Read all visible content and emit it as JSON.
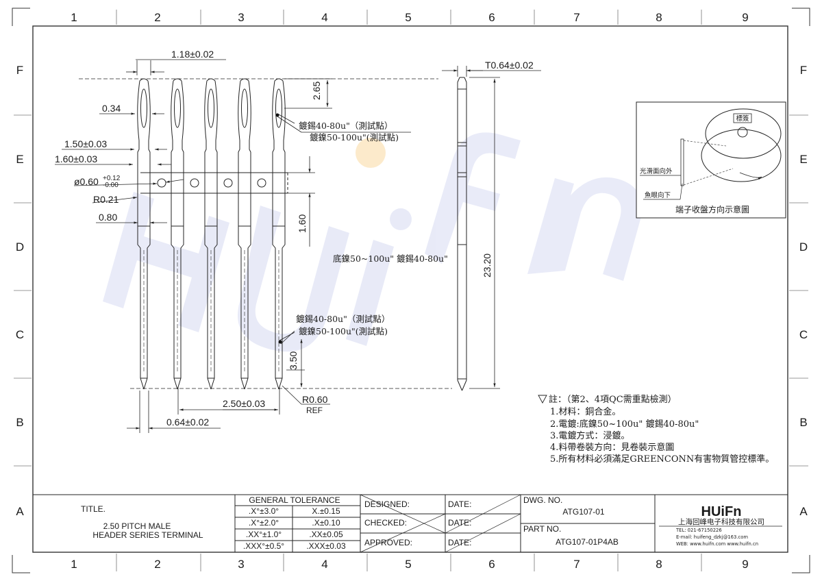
{
  "frame": {
    "columns": [
      "1",
      "2",
      "3",
      "4",
      "5",
      "6",
      "7",
      "8",
      "9"
    ],
    "rows": [
      "F",
      "E",
      "D",
      "C",
      "B",
      "A"
    ]
  },
  "dimensions": {
    "d_118": "1.18±0.02",
    "d_034": "0.34",
    "d_265": "2.65",
    "d_150": "1.50±0.03",
    "d_160w": "1.60±0.03",
    "d_hole_base": "ø0.60",
    "d_hole_plus": "+0.12",
    "d_hole_minus": "-0.00",
    "d_r021": "R0.21",
    "d_080": "0.80",
    "d_160h": "1.60",
    "d_350": "3.50",
    "d_250": "2.50±0.03",
    "d_064": "0.64±0.02",
    "d_r060": "R0.60",
    "d_ref": "REF",
    "d_t064": "T0.64±0.02",
    "d_2320": "23.20"
  },
  "plating": {
    "tin_test_1": "鍍錫40-80u\"（測試點）",
    "ni_test_1": "鍍鎳50-100u\"(測試點)",
    "body_plating": "底鎳50~100u\"   鍍錫40-80u\"",
    "tin_test_2": "鍍錫40-80u\"（測試點）",
    "ni_test_2": "鍍鎳50-100u\"(測試點)"
  },
  "reel_inset": {
    "label_tag": "標簽",
    "smooth_side": "光滑面向外",
    "fish_eye": "魚眼向下",
    "caption": "端子收盤方向示意圖"
  },
  "notes": {
    "header": "註：（第2、4項QC需重點檢測）",
    "items": [
      "1.材料：銅合金。",
      "2.電鍍:底鎳50~100u\"   鍍錫40-80u\"",
      "3.電鍍方式：浸鍍。",
      "4.料帶卷裝方向：見卷裝示意圖",
      "5.所有材料必須滿足GREENCONN有害物質管控標準。"
    ]
  },
  "title_block": {
    "title_label": "TITLE.",
    "title_line1": "2.50 PITCH MALE",
    "title_line2": "HEADER SERIES TERMINAL",
    "tol_header": "GENERAL TOLERANCE",
    "tol_rows": [
      [
        ".X°±3.0°",
        "X.±0.15"
      ],
      [
        ".X°±2.0°",
        ".X±0.10"
      ],
      [
        ".XX°±1.0°",
        ".XX±0.05"
      ],
      [
        ".XXX°±0.5°",
        ".XXX±0.03"
      ]
    ],
    "designed": "DESIGNED:",
    "checked": "CHECKED:",
    "approved": "APPROVED:",
    "date": "DATE:",
    "dwg_no_label": "DWG. NO.",
    "dwg_no": "ATG107-01",
    "part_no_label": "PART NO.",
    "part_no": "ATG107-01P4AB"
  },
  "company": {
    "logo": "HUiFn",
    "name": "上海回峰电子科技有限公司",
    "tel": "TEL: 021-67150226",
    "email": "E-mail: huifeng_dzkj@163.com",
    "web": "WEB: www.huifn.com  www.huifn.cn"
  },
  "watermark": "HUiFn"
}
